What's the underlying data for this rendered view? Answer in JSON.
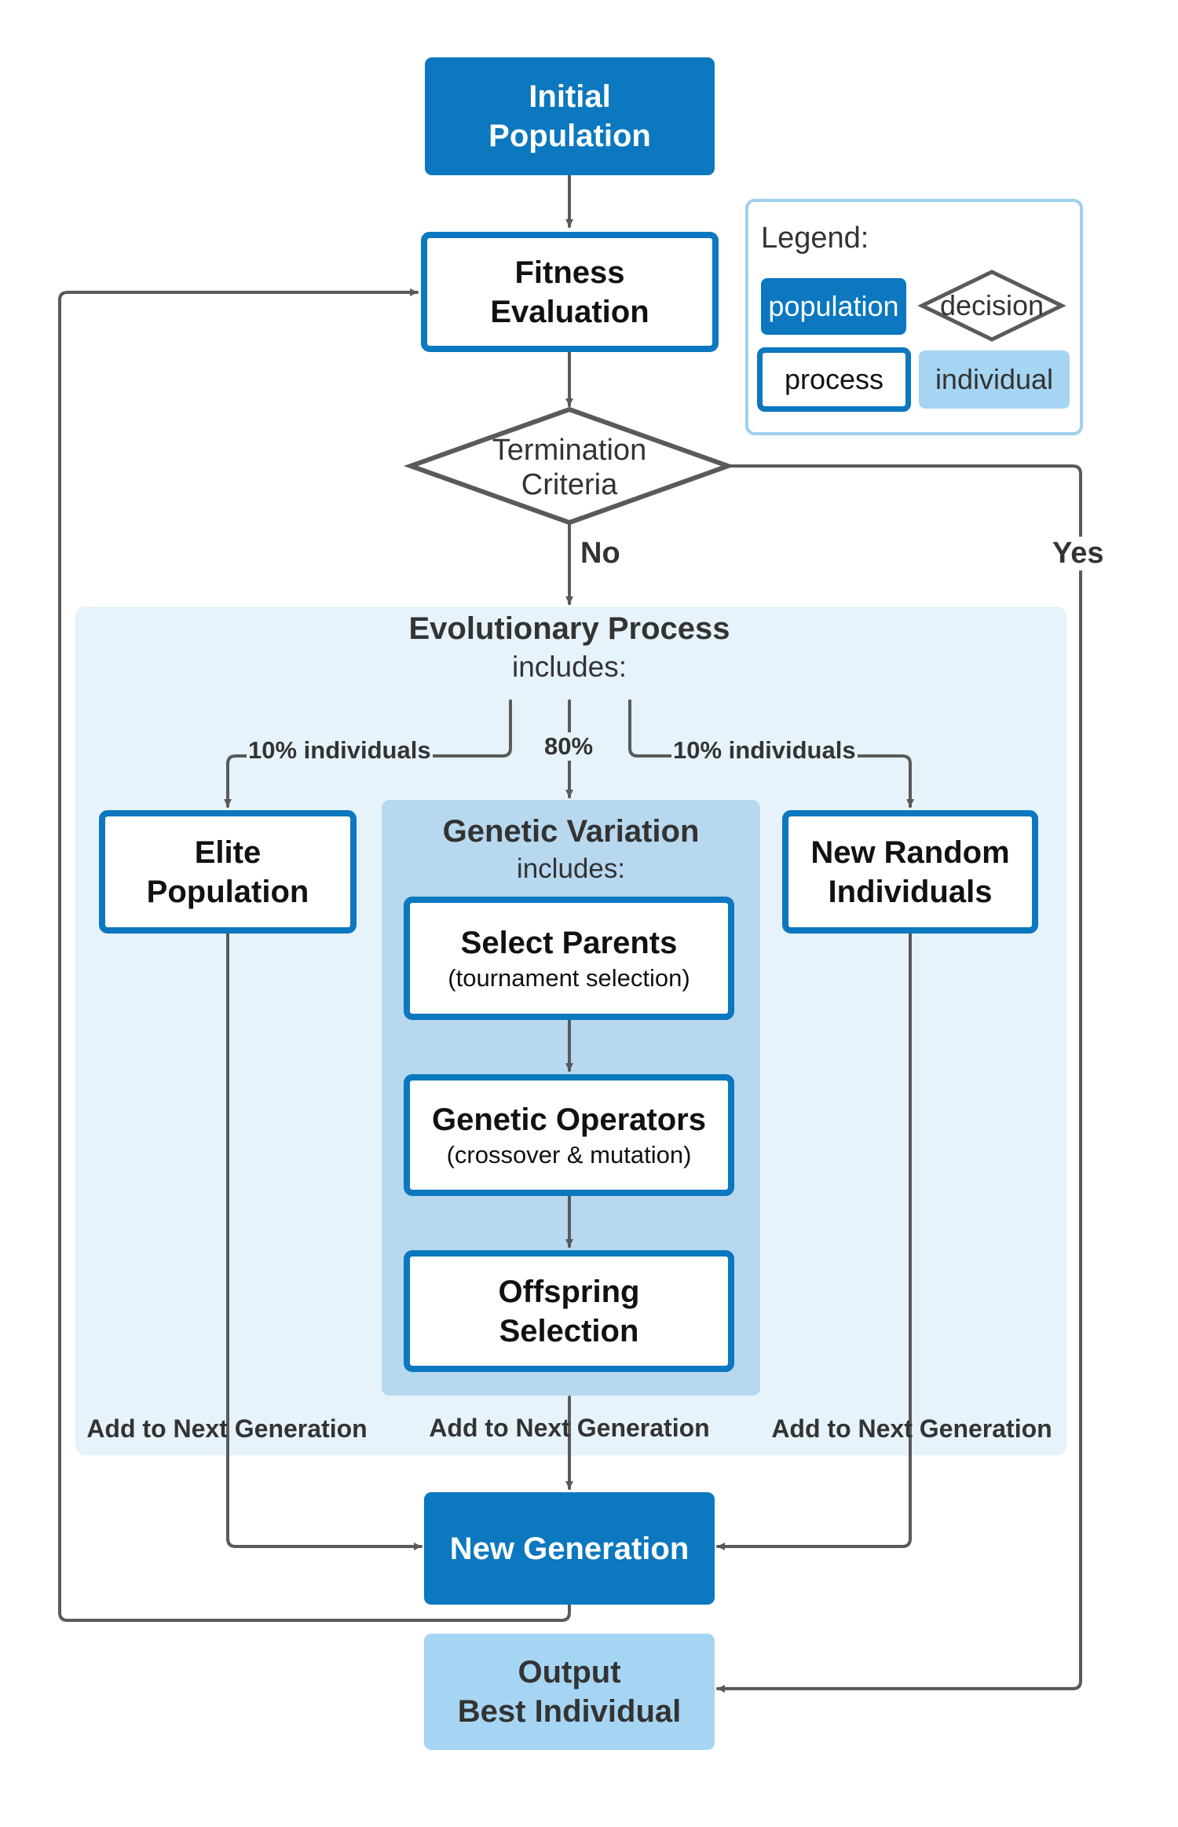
{
  "legend": {
    "title": "Legend:",
    "population": "population",
    "decision": "decision",
    "process": "process",
    "individual": "individual"
  },
  "nodes": {
    "initial_population": "Initial\nPopulation",
    "fitness_evaluation": "Fitness\nEvaluation",
    "termination_criteria": "Termination\nCriteria",
    "elite_population": "Elite\nPopulation",
    "new_random_individuals": "New Random\nIndividuals",
    "select_parents": {
      "title": "Select Parents",
      "sub": "(tournament selection)"
    },
    "genetic_operators": {
      "title": "Genetic Operators",
      "sub": "(crossover & mutation)"
    },
    "offspring_selection": "Offspring\nSelection",
    "new_generation": "New Generation",
    "output": "Output\nBest Individual"
  },
  "groups": {
    "evolutionary_process": {
      "title": "Evolutionary Process",
      "sub": "includes:"
    },
    "genetic_variation": {
      "title": "Genetic Variation",
      "sub": "includes:"
    }
  },
  "edge_labels": {
    "no": "No",
    "yes": "Yes",
    "left_share": "10% individuals",
    "middle_share": "80%",
    "right_share": "10% individuals",
    "add_left": "Add to Next Generation",
    "add_middle": "Add to Next Generation",
    "add_right": "Add to Next Generation"
  },
  "colors": {
    "population": "#0b78bf",
    "process_border": "#0b78bf",
    "individual": "#a6d5f3",
    "outer_group": "#e7f3fa",
    "inner_group": "#b7d8ef",
    "connector": "#5a5a5a"
  }
}
